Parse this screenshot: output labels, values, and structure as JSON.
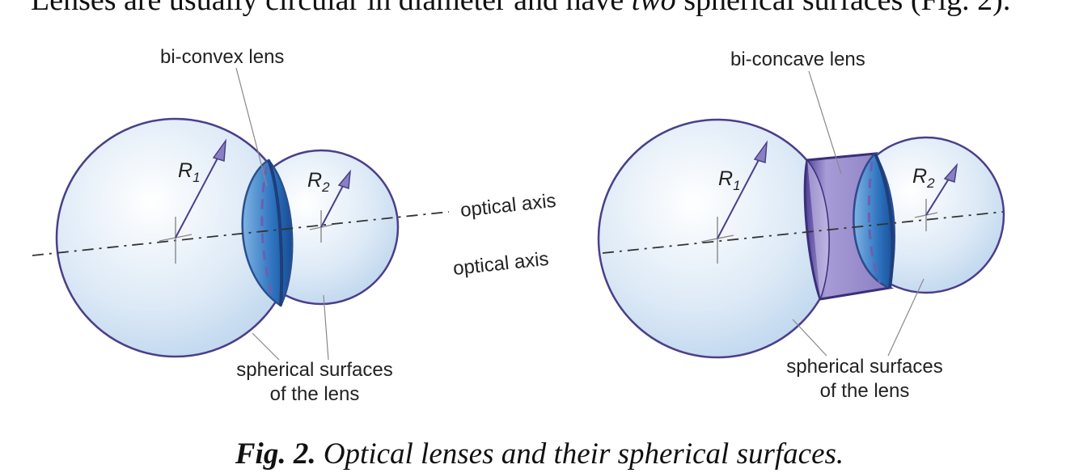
{
  "top_text": {
    "before": "Lenses are usually circular in diameter and have ",
    "italic": "two",
    "after": " spherical surfaces (Fig. 2)."
  },
  "left_figure": {
    "lens_label": "bi-convex lens",
    "axis_label": "optical axis",
    "r1_label": "R",
    "r1_sub": "1",
    "r2_label": "R",
    "r2_sub": "2",
    "surfaces_label_line1": "spherical surfaces",
    "surfaces_label_line2": "of the lens"
  },
  "right_figure": {
    "lens_label": "bi-concave lens",
    "axis_label": "optical axis",
    "r1_label": "R",
    "r1_sub": "1",
    "r2_label": "R",
    "r2_sub": "2",
    "surfaces_label_line1": "spherical surfaces",
    "surfaces_label_line2": "of the lens"
  },
  "caption": {
    "number": "Fig. 2.",
    "text": " Optical lenses and their spherical surfaces."
  },
  "colors": {
    "sphere_fill": "#dce9f6",
    "sphere_stroke": "#4a3f8a",
    "lens_blue": "#3b7ec8",
    "lens_purple": "#8a7fc0"
  }
}
